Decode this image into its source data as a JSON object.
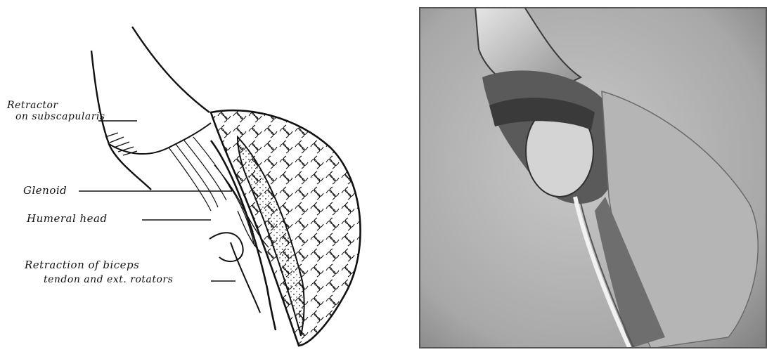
{
  "labels": {
    "retractor_line1": "Retractor",
    "retractor_line2": "on subscapularis",
    "glenoid": "Glenoid",
    "humeral_head": "Humeral head",
    "retraction_line1": "Retraction of biceps",
    "retraction_line2": "tendon and ext. rotators"
  },
  "colors": {
    "ink": "#111111",
    "paper": "#ffffff"
  }
}
